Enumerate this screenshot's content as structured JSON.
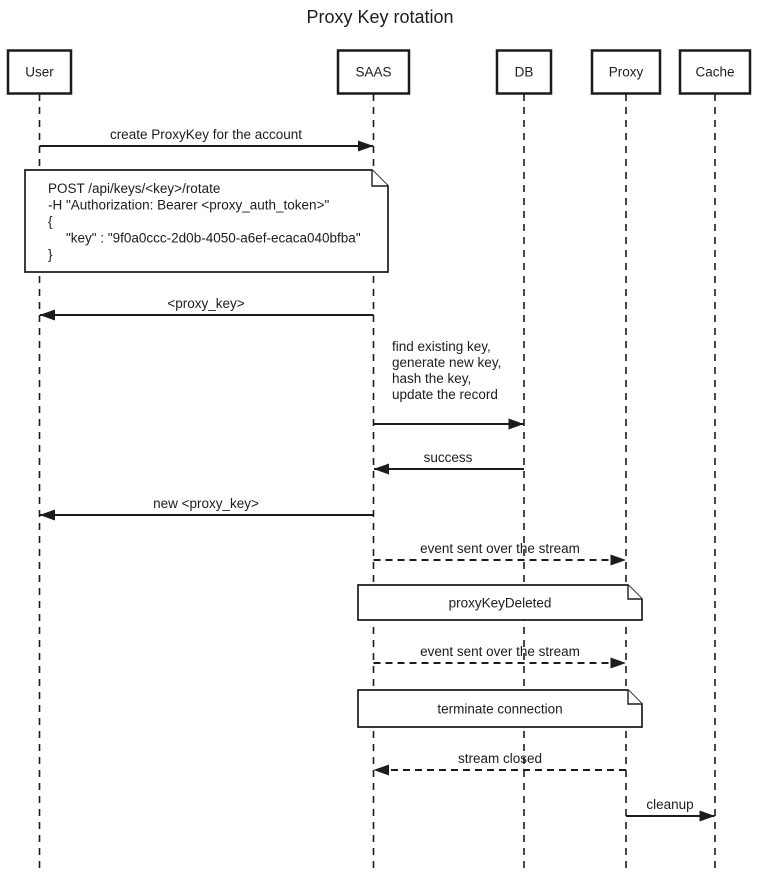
{
  "diagram": {
    "title": "Proxy Key rotation",
    "type": "sequence-diagram"
  },
  "actors": [
    {
      "id": "user",
      "name": "User"
    },
    {
      "id": "saas",
      "name": "SAAS"
    },
    {
      "id": "db",
      "name": "DB"
    },
    {
      "id": "proxy",
      "name": "Proxy"
    },
    {
      "id": "cache",
      "name": "Cache"
    }
  ],
  "messages": [
    {
      "from": "User",
      "to": "SAAS",
      "style": "solid",
      "label": "create ProxyKey for the account"
    },
    {
      "from": "SAAS",
      "to": "User",
      "style": "solid",
      "label": "<proxy_key>"
    },
    {
      "from": "SAAS",
      "to": "DB",
      "style": "solid",
      "label": ""
    },
    {
      "from": "DB",
      "to": "SAAS",
      "style": "solid",
      "label": "success"
    },
    {
      "from": "SAAS",
      "to": "User",
      "style": "solid",
      "label": "new <proxy_key>"
    },
    {
      "from": "SAAS",
      "to": "Proxy",
      "style": "dashed",
      "label": "event sent over the stream"
    },
    {
      "from": "SAAS",
      "to": "Proxy",
      "style": "dashed",
      "label": "event sent over the stream"
    },
    {
      "from": "Proxy",
      "to": "SAAS",
      "style": "dashed",
      "label": "stream closed"
    },
    {
      "from": "Proxy",
      "to": "Cache",
      "style": "solid",
      "label": "cleanup"
    }
  ],
  "notes": {
    "request": {
      "lines": [
        "POST /api/keys/<key>/rotate",
        "-H \"Authorization: Bearer <proxy_auth_token>\"",
        "{",
        "\"key\" : \"9f0a0ccc-2d0b-4050-a6ef-ecaca040bfba\"",
        "}"
      ]
    },
    "proxy_key_deleted": {
      "text": "proxyKeyDeleted"
    },
    "terminate_connection": {
      "text": "terminate connection"
    }
  },
  "self_action": {
    "actor": "SAAS",
    "lines": [
      "find existing key,",
      "generate new key,",
      "hash the key,",
      "update the record"
    ]
  },
  "colors": {
    "ink": "#1c1c1c",
    "background": "#ffffff"
  }
}
